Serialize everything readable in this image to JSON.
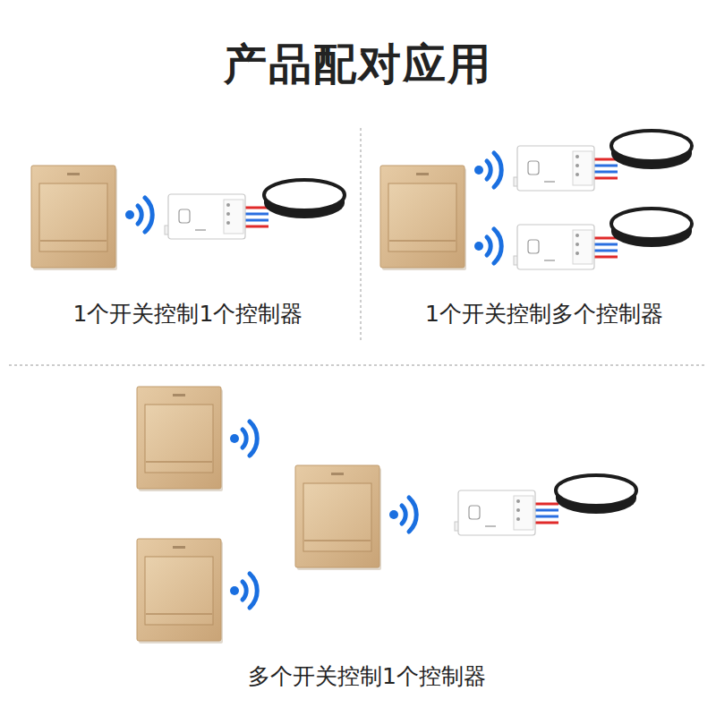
{
  "diagram": {
    "title": "产品配对应用",
    "labels": [
      "1个开关控制1个控制器",
      "1个开关控制多个控制器",
      "多个开关控制1个控制器"
    ]
  }
}
